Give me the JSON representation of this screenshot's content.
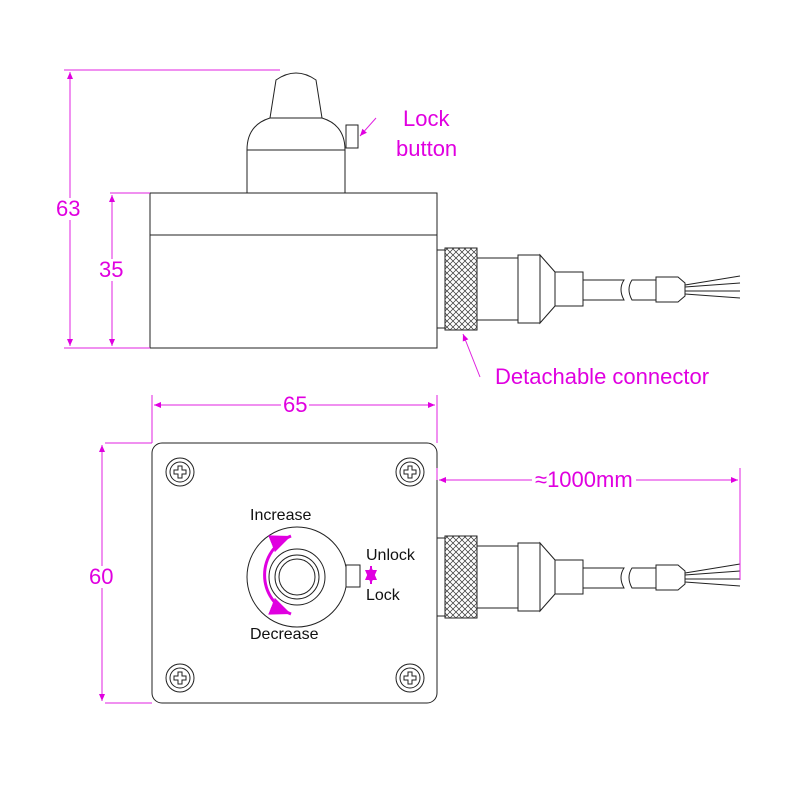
{
  "dimensions": {
    "overall_height": "63",
    "body_height": "35",
    "width": "65",
    "depth": "60",
    "cable_length": "≈1000mm"
  },
  "callouts": {
    "lock_button_line1": "Lock",
    "lock_button_line2": "button",
    "connector": "Detachable connector"
  },
  "knob_labels": {
    "increase": "Increase",
    "decrease": "Decrease",
    "unlock": "Unlock",
    "lock": "Lock"
  },
  "colors": {
    "dimension": "#e000e0",
    "outline": "#222222"
  }
}
